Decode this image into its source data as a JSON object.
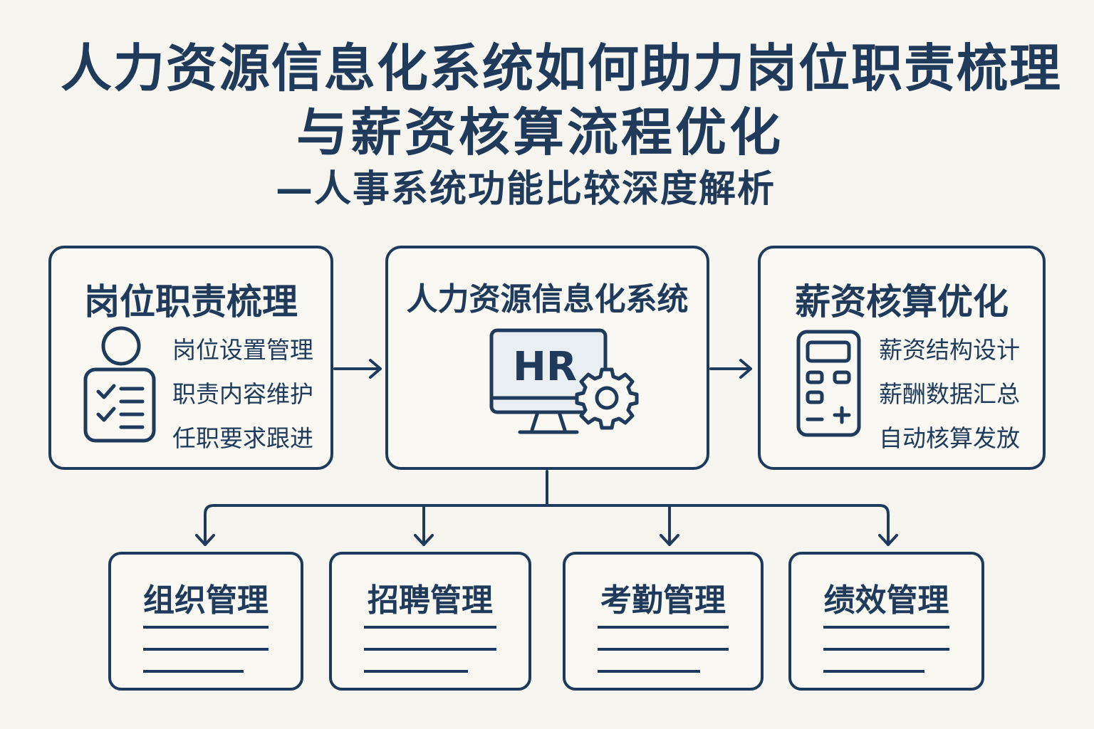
{
  "title": {
    "line1": "人力资源信息化系统如何助力岗位职责梳理",
    "line2": "与薪资核算流程优化",
    "subtitle": "—人事系统功能比较深度解析"
  },
  "boxes": {
    "jobs": {
      "title": "岗位职责梳理",
      "items": [
        "岗位设置管理",
        "职责内容维护",
        "任职要求跟进"
      ],
      "icon": "person-checklist-icon"
    },
    "hr_system": {
      "title": "人力资源信息化系统",
      "screen_text": "HR",
      "icon": "monitor-gear-icon"
    },
    "pay": {
      "title": "薪资核算优化",
      "items": [
        "薪资结构设计",
        "薪酬数据汇总",
        "自动核算发放"
      ],
      "icon": "calculator-icon"
    }
  },
  "modules": [
    {
      "title": "组织管理"
    },
    {
      "title": "招聘管理"
    },
    {
      "title": "考勤管理"
    },
    {
      "title": "绩效管理"
    }
  ],
  "colors": {
    "primary": "#1f3a5a",
    "background": "#f7f5ef",
    "box_fill": "#f9f8f3",
    "screen_fill": "#e8eef2"
  }
}
